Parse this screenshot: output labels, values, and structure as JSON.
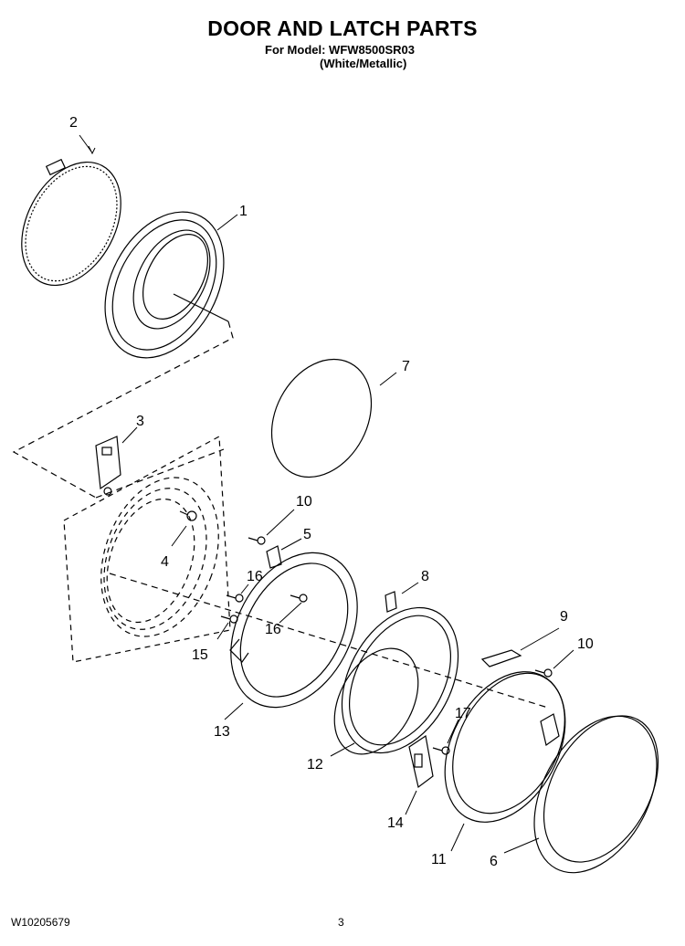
{
  "header": {
    "title": "DOOR AND LATCH PARTS",
    "model_line": "For Model: WFW8500SR03",
    "color_line": "(White/Metallic)"
  },
  "footer": {
    "doc_number": "W10205679",
    "page_number": "3"
  },
  "callouts": {
    "c1": "1",
    "c2": "2",
    "c3": "3",
    "c4": "4",
    "c5": "5",
    "c6": "6",
    "c7": "7",
    "c8": "8",
    "c9": "9",
    "c10a": "10",
    "c10b": "10",
    "c11": "11",
    "c12": "12",
    "c13": "13",
    "c14": "14",
    "c15": "15",
    "c16a": "16",
    "c16b": "16",
    "c17": "17"
  }
}
